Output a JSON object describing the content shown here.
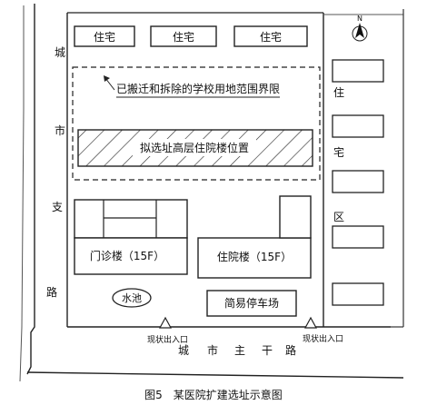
{
  "map": {
    "caption": "图5　某医院扩建选址示意图",
    "north_label": "N",
    "left_road_chars": [
      "城",
      "市",
      "支",
      "路"
    ],
    "bottom_road_chars": [
      "城",
      "市",
      "主",
      "干",
      "路"
    ],
    "right_district_chars": [
      "住",
      "宅",
      "区"
    ],
    "top_buildings": [
      "住宅",
      "住宅",
      "住宅"
    ],
    "school_boundary_label": "已搬迁和拆除的学校用地范围界限",
    "proposed_site_label": "拟选址高层住院楼位置",
    "outpatient_label": "门诊楼（15F）",
    "inpatient_label": "住院楼（15F）",
    "pond_label": "水池",
    "parking_label": "简易停车场",
    "entrance_left_label": "现状出入口",
    "entrance_right_label": "现状出入口"
  }
}
